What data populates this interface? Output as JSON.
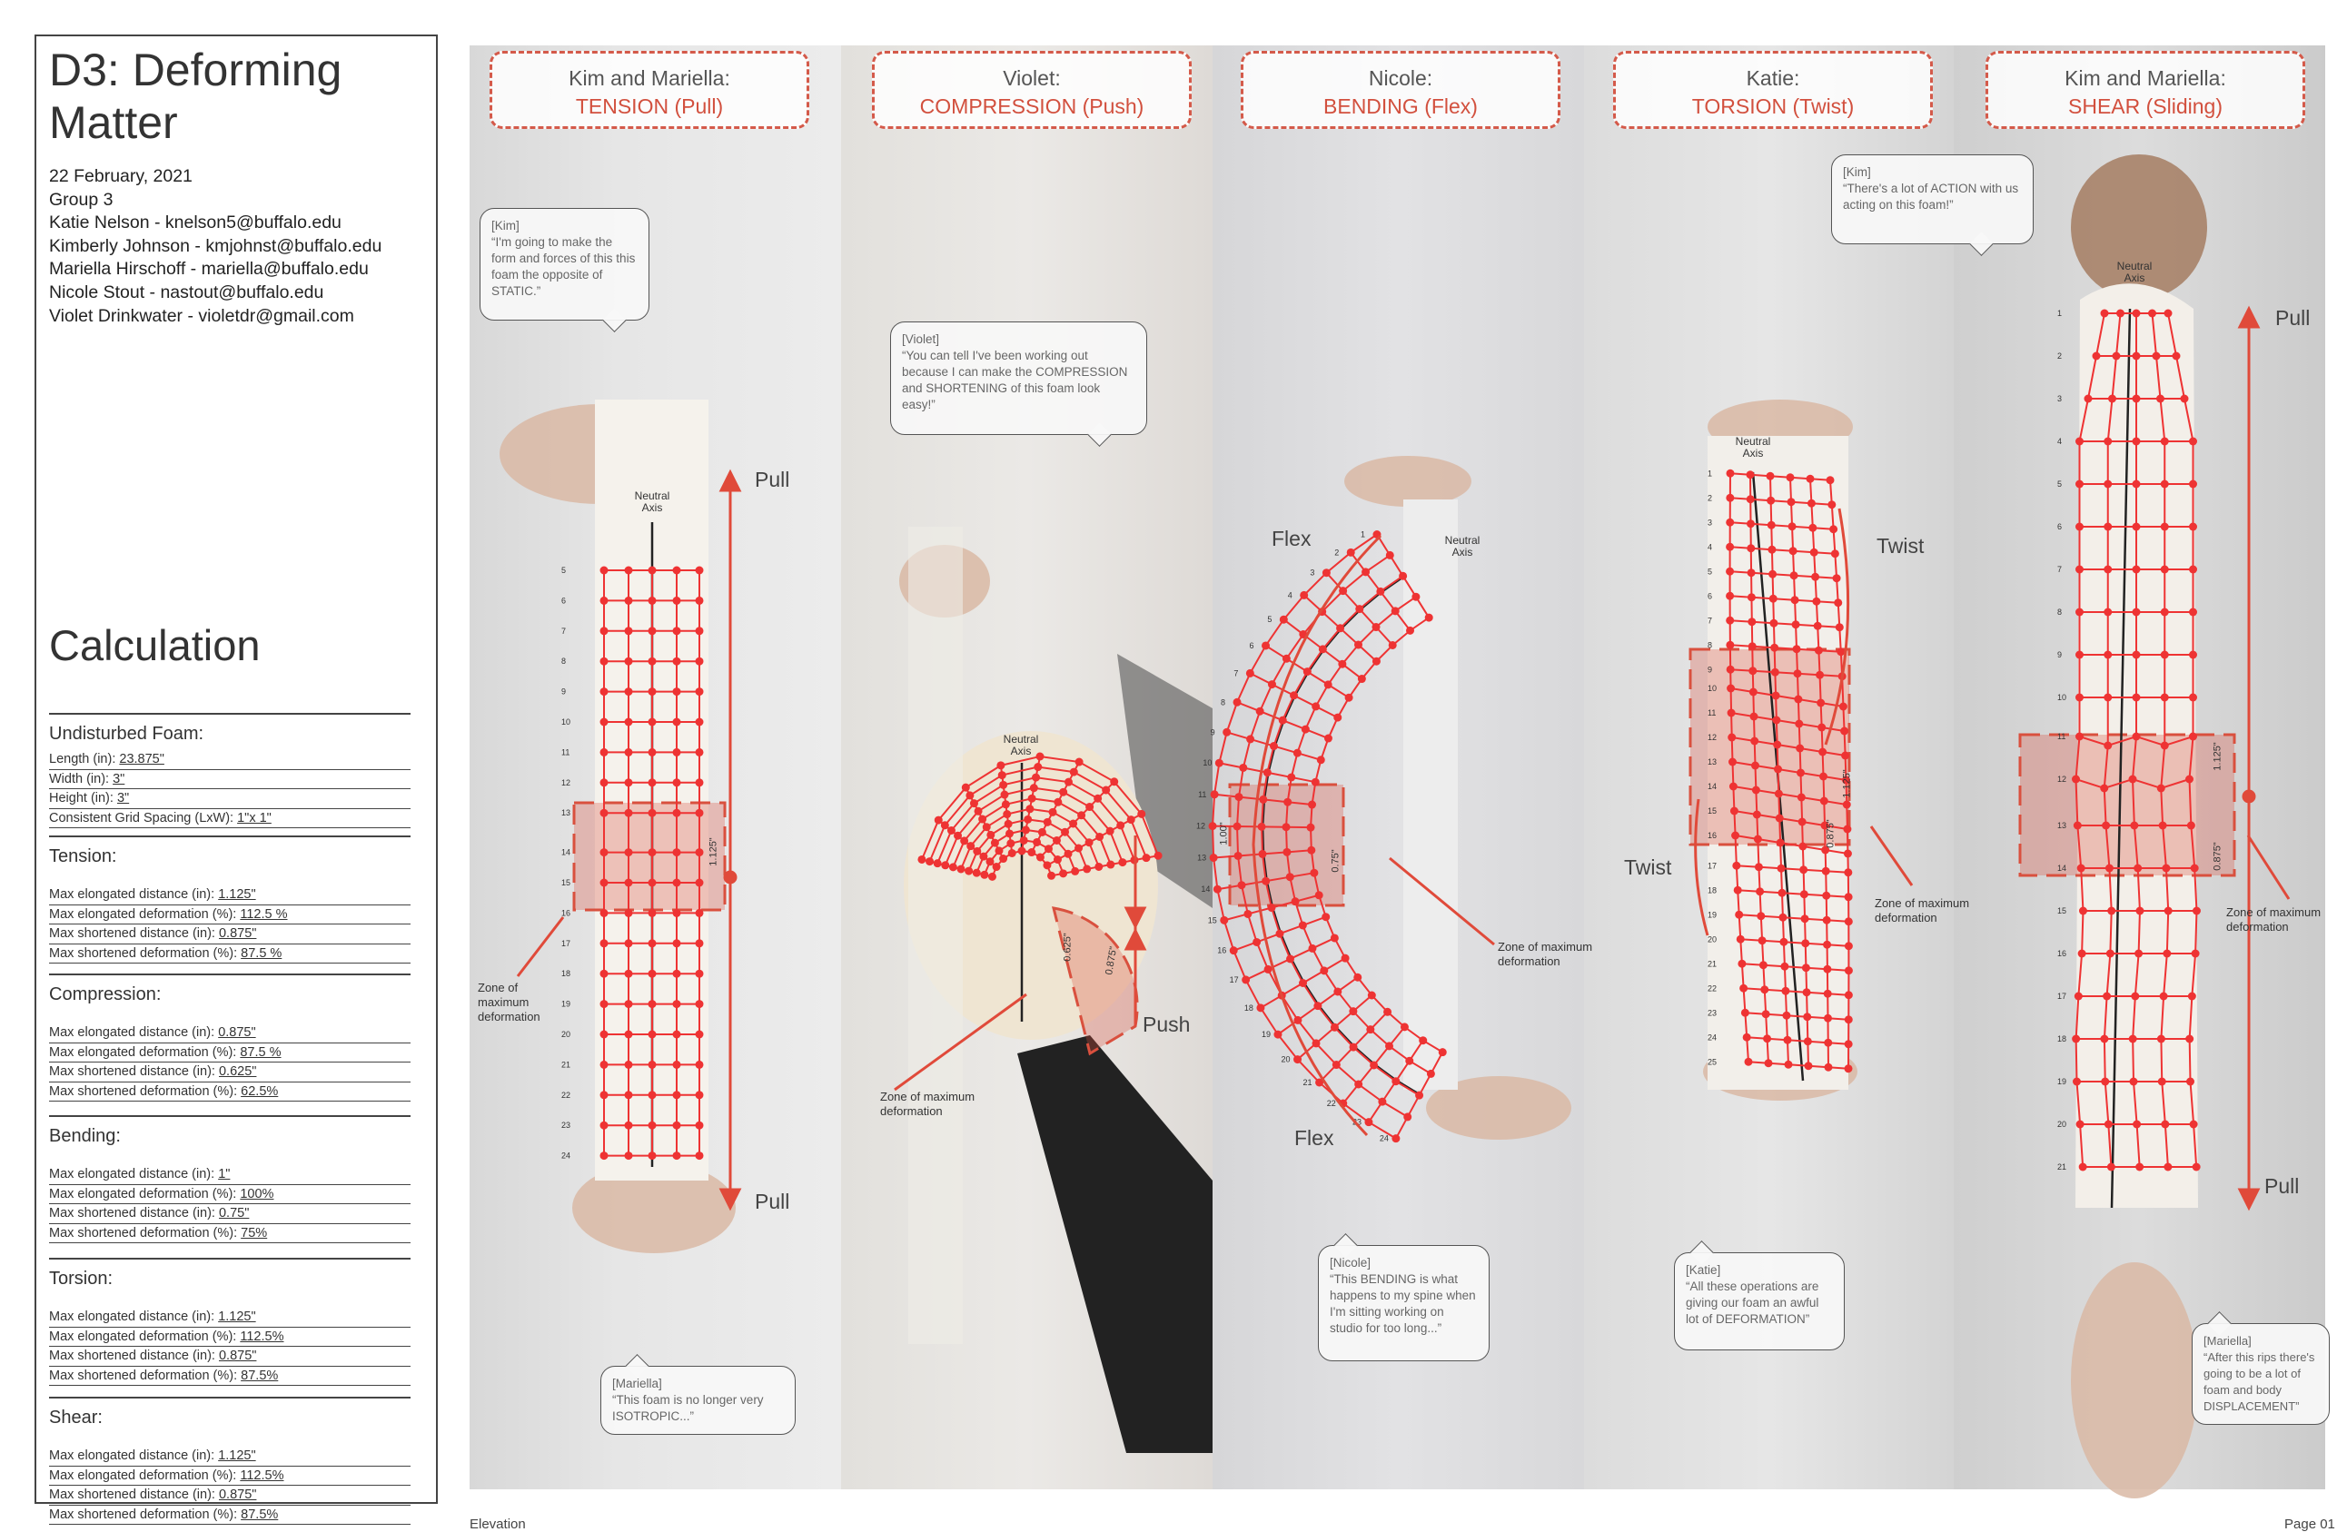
{
  "left": {
    "title": "D3: Deforming Matter",
    "info": [
      "22 February, 2021",
      "Group 3",
      "Katie Nelson - knelson5@buffalo.edu",
      "Kimberly Johnson - kmjohnst@buffalo.edu",
      "Mariella Hirschoff - mariella@buffalo.edu",
      "Nicole Stout - nastout@buffalo.edu",
      "Violet Drinkwater - violetdr@gmail.com"
    ],
    "calc_title": "Calculation",
    "sections": [
      {
        "heading": "Undisturbed Foam:",
        "rows": [
          [
            "Length (in): ",
            "23.875\""
          ],
          [
            "Width (in): ",
            "3\""
          ],
          [
            "Height (in): ",
            "3\""
          ],
          [
            "Consistent Grid Spacing (LxW): ",
            "1\"x 1\""
          ]
        ]
      },
      {
        "heading": "Tension:",
        "rows": [
          [
            "Max elongated distance (in): ",
            "1.125\""
          ],
          [
            "Max elongated deformation (%): ",
            "112.5 %"
          ],
          [
            "Max shortened distance (in): ",
            "0.875\""
          ],
          [
            "Max shortened deformation (%): ",
            "87.5 %"
          ]
        ]
      },
      {
        "heading": "Compression:",
        "rows": [
          [
            "Max elongated distance (in): ",
            "0.875\""
          ],
          [
            "Max elongated deformation (%): ",
            "87.5 %"
          ],
          [
            "Max shortened distance (in): ",
            "0.625\""
          ],
          [
            "Max shortened deformation (%): ",
            "62.5%"
          ]
        ]
      },
      {
        "heading": "Bending:",
        "rows": [
          [
            "Max elongated distance (in): ",
            "1\""
          ],
          [
            "Max elongated deformation (%): ",
            "100%"
          ],
          [
            "Max shortened distance (in): ",
            "0.75\""
          ],
          [
            "Max shortened deformation (%): ",
            "75%"
          ]
        ]
      },
      {
        "heading": "Torsion:",
        "rows": [
          [
            "Max elongated distance (in): ",
            "1.125\""
          ],
          [
            "Max elongated deformation (%): ",
            "112.5%"
          ],
          [
            "Max shortened distance (in): ",
            "0.875\""
          ],
          [
            "Max shortened deformation (%): ",
            "87.5%"
          ]
        ]
      },
      {
        "heading": "Shear:",
        "rows": [
          [
            "Max elongated distance (in): ",
            "1.125\""
          ],
          [
            "Max elongated deformation (%): ",
            "112.5%"
          ],
          [
            "Max shortened distance (in): ",
            "0.875\""
          ],
          [
            "Max shortened deformation (%): ",
            "87.5%"
          ]
        ]
      }
    ]
  },
  "panels": [
    {
      "name": "Kim and Mariella:",
      "force": "TENSION (Pull)",
      "bubbles": [
        {
          "speaker": "[Kim]",
          "quote": "“I'm going to make the form and forces of this this foam the opposite of STATIC.”"
        },
        {
          "speaker": "[Mariella]",
          "quote": "“This foam is no longer very ISOTROPIC...”"
        }
      ],
      "labels": [
        "Pull",
        "Pull"
      ],
      "dims": [
        "1.125\""
      ]
    },
    {
      "name": "Violet:",
      "force": "COMPRESSION (Push)",
      "bubbles": [
        {
          "speaker": "[Violet]",
          "quote": "“You can tell I've been working out because I can make the COMPRESSION and SHORTENING of this foam look easy!”"
        }
      ],
      "labels": [
        "Push"
      ],
      "dims": [
        "0.625\"",
        "0.875\""
      ]
    },
    {
      "name": "Nicole:",
      "force": "BENDING (Flex)",
      "bubbles": [
        {
          "speaker": "[Nicole]",
          "quote": "“This BENDING  is what happens to my spine when I'm sitting working on studio for too long...”"
        }
      ],
      "labels": [
        "Flex",
        "Flex"
      ],
      "dims": [
        "1.00\"",
        "0.75\""
      ]
    },
    {
      "name": "Katie:",
      "force": "TORSION (Twist)",
      "bubbles": [
        {
          "speaker": "[Kim]",
          "quote": "“There's a lot of ACTION with us acting on this foam!”"
        },
        {
          "speaker": "[Katie]",
          "quote": "“All these operations are giving our foam an awful lot of DEFORMATION”"
        }
      ],
      "labels": [
        "Twist",
        "Twist"
      ],
      "dims": [
        "1.125\"",
        "0.875\""
      ]
    },
    {
      "name": "Kim and Mariella:",
      "force": "SHEAR (Sliding)",
      "bubbles": [
        {
          "speaker": "[Mariella]",
          "quote": "“After this rips there's going to be a lot of foam and body DISPLACEMENT”"
        }
      ],
      "labels": [
        "Pull",
        "Pull"
      ],
      "dims": [
        "1.125\"",
        "0.875\""
      ]
    }
  ],
  "annotations": {
    "neutral_axis": "Neutral Axis",
    "zone": "Zone of maximum deformation"
  },
  "footer": {
    "left": "Elevation",
    "right": "Page 01"
  },
  "colors": {
    "accent": "#d2503e",
    "grid": "#ee3333"
  }
}
